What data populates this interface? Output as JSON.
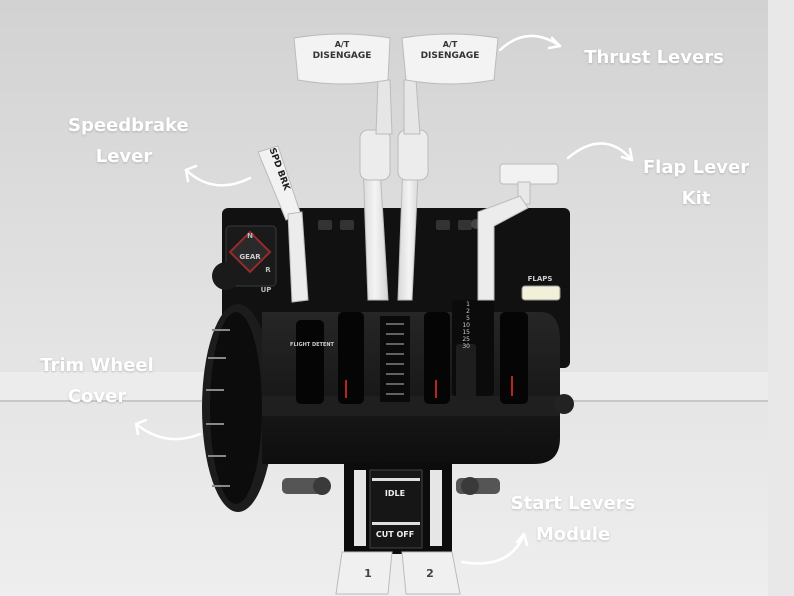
{
  "labels": {
    "speedbrake_line1": "Speedbrake",
    "speedbrake_line2": "Lever",
    "thrust": "Thrust Levers",
    "flap_line1": "Flap Lever",
    "flap_line2": "Kit",
    "trim_line1": "Trim Wheel",
    "trim_line2": "Cover",
    "start_line1": "Start Levers",
    "start_line2": "Module"
  },
  "device_text": {
    "at_disengage_left_top": "A/T",
    "at_disengage_left_bottom": "DISENGAGE",
    "at_disengage_right_top": "A/T",
    "at_disengage_right_bottom": "DISENGAGE",
    "spd_brk": "SPD BRK",
    "gear": "GEAR",
    "gear_n": "N",
    "gear_r": "R",
    "up": "UP",
    "flaps": "FLAPS",
    "flight_detent": "FLIGHT DETENT",
    "idle": "IDLE",
    "cut_off": "CUT OFF",
    "engine_1": "1",
    "engine_2": "2",
    "flap_marks": [
      "1",
      "2",
      "5",
      "10",
      "15",
      "25",
      "30"
    ]
  },
  "colors": {
    "background": "#dcdcdc",
    "device_body": "#141414",
    "lever_white": "#eeeeee",
    "label_text": "#ffffff"
  }
}
